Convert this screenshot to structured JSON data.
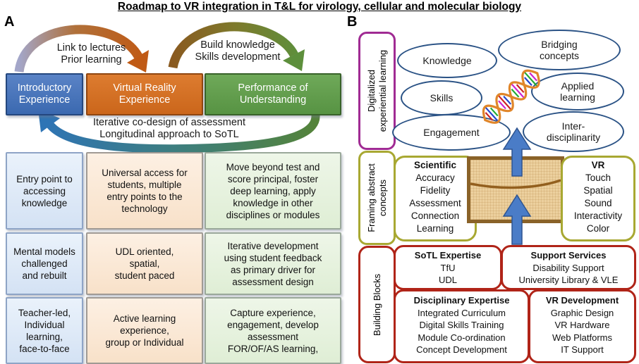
{
  "title": "Roadmap to VR integration in T&L for virology, cellular and molecular biology",
  "panel_a": {
    "label": "A",
    "arrow_texts": {
      "top_left": "Link to lectures\nPrior learning",
      "top_right": "Build knowledge\nSkills development",
      "bottom": "Iterative co-design of assessment\nLongitudinal  approach  to SoTL"
    },
    "stages": [
      {
        "label": "Introductory\nExperience"
      },
      {
        "label": "Virtual Reality\nExperience"
      },
      {
        "label": "Performance of\nUnderstanding"
      }
    ],
    "grid": [
      "Entry point to\naccessing\nknowledge",
      "Universal access for\nstudents, multiple\nentry points to the\ntechnology",
      "Move beyond test and\nscore principal, foster\ndeep learning,  apply\nknowledge  in other\ndisciplines  or modules",
      "Mental models\nchallenged\nand rebuilt",
      "UDL oriented,\nspatial,\nstudent paced",
      "Iterative development\nusing student feedback\nas primary  driver for\nassessment design",
      "Teacher-led,\nIndividual\nlearning,\nface-to-face",
      "Active learning\nexperience,\ngroup or Individual",
      "Capture experience,\nengagement,  develop\nassessment\nFOR/OF/AS learning,"
    ]
  },
  "panel_b": {
    "label": "B",
    "side_labels": [
      {
        "text": "Digitalized\nexperiential learning"
      },
      {
        "text": "Framing abstract\nconcepts"
      },
      {
        "text": "Building Blocks"
      }
    ],
    "ellipses": [
      "Knowledge",
      "Skills",
      "Engagement",
      "Bridging\nconcepts",
      "Applied\nlearning",
      "Inter-\ndisciplinarity"
    ],
    "concept_boxes": [
      {
        "title": "Scientific",
        "items": [
          "Accuracy",
          "Fidelity",
          "Assessment",
          "Connection",
          "Learning"
        ]
      },
      {
        "title": "VR",
        "items": [
          "Touch",
          "Spatial",
          "Sound",
          "Interactivity",
          "Color"
        ]
      }
    ],
    "building_blocks": [
      {
        "title": "SoTL Expertise",
        "items": [
          "TfU",
          "UDL"
        ]
      },
      {
        "title": "Support Services",
        "items": [
          "Disability Support",
          "University Library & VLE"
        ]
      },
      {
        "title": "Disciplinary  Expertise",
        "items": [
          "Integrated Curriculum",
          "Digital Skills Training",
          "Module  Co-ordination",
          "Concept Development"
        ]
      },
      {
        "title": "VR Development",
        "items": [
          "Graphic  Design",
          "VR Hardware",
          "Web Platforms",
          "IT Support"
        ]
      }
    ]
  },
  "colors": {
    "stage_blue": "#3b69b0",
    "stage_orange": "#cb661b",
    "stage_green": "#579343",
    "ellipse_border_navy": "#2a5285",
    "digitalized_purple": "#a02b93",
    "framing_olive": "#a8a832",
    "building_red": "#b02418",
    "arrow_blue": "#4a7cc7",
    "wood_brown": "#8a6228",
    "wood_fill": "#ecd09e"
  }
}
